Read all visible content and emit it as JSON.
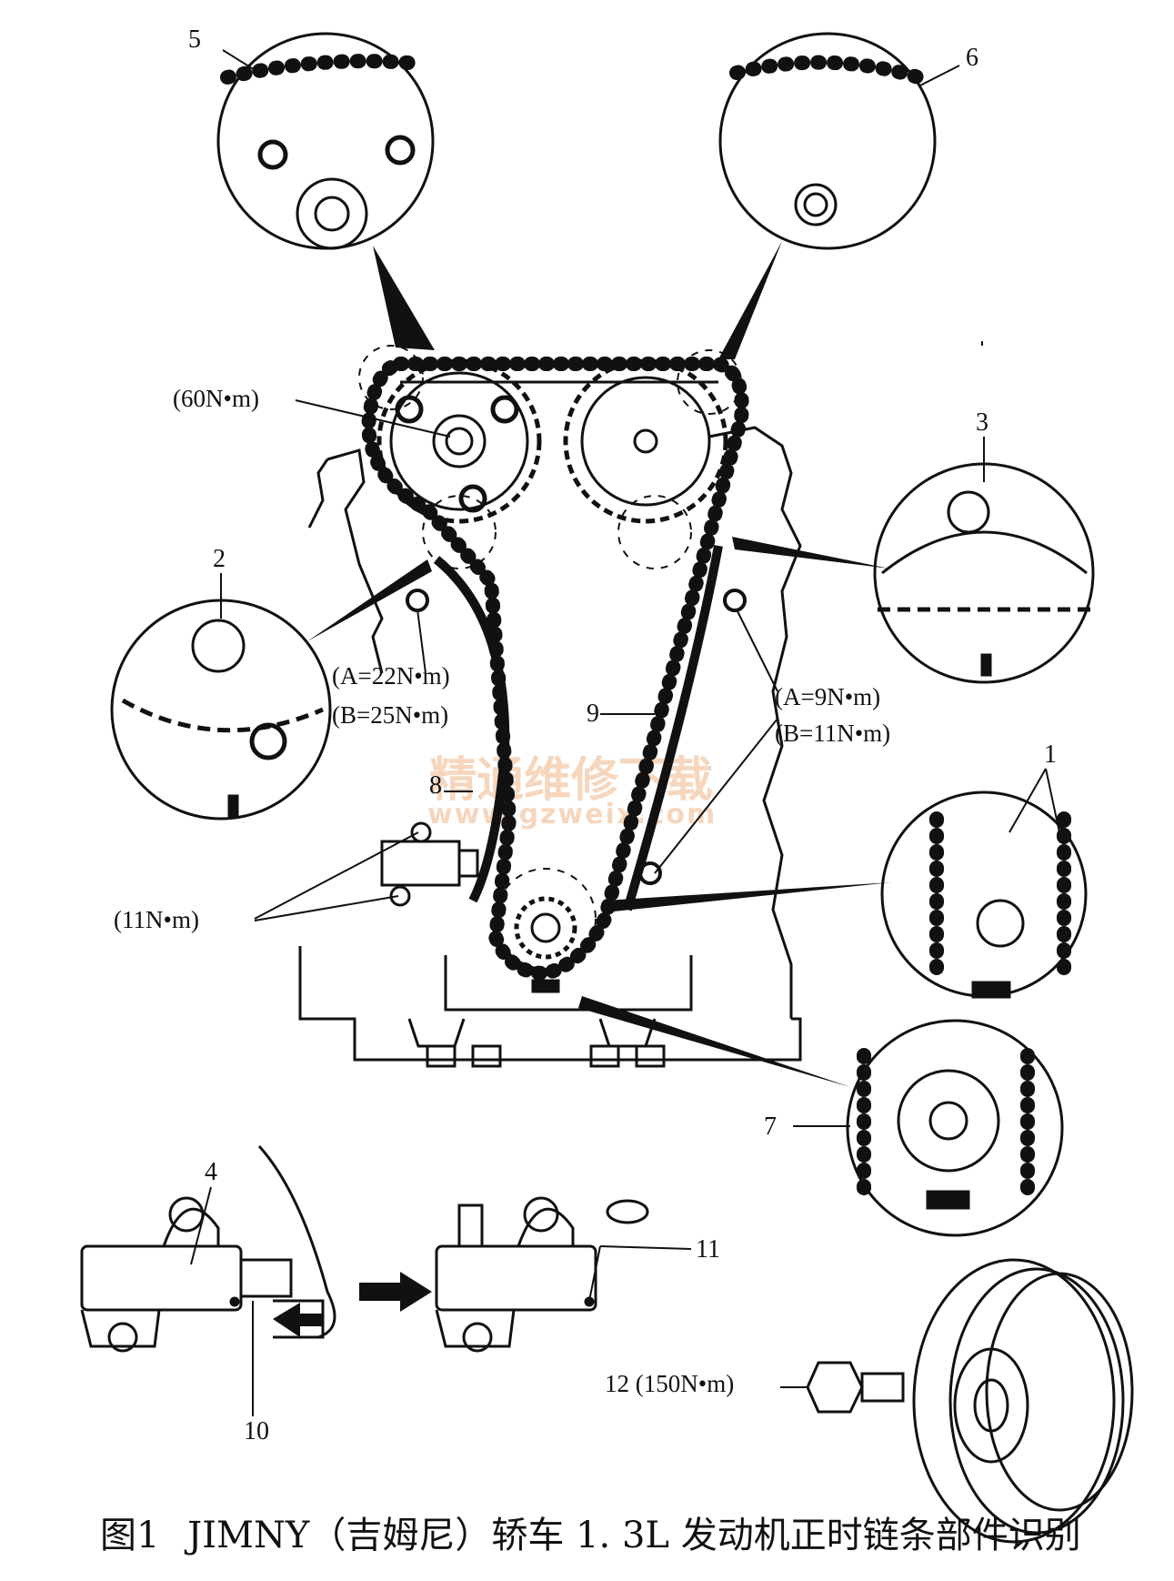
{
  "callouts": {
    "c1": "1",
    "c2": "2",
    "c3": "3",
    "c4": "4",
    "c5": "5",
    "c6": "6",
    "c7": "7",
    "c8": "8",
    "c9": "9",
    "c10": "10",
    "c11": "11",
    "c12": "12 (150N•m)"
  },
  "torques": {
    "camshaft_bolt": "(60N•m)",
    "guide_a_left": "(A=22N•m)",
    "guide_b_left": "(B=25N•m)",
    "guide_a_right": "(A=9N•m)",
    "guide_b_right": "(B=11N•m)",
    "tensioner": "(11N•m)"
  },
  "watermark": {
    "line1": "精通维修下载",
    "line2": "www.gzweix.com"
  },
  "caption": {
    "figure_no": "图1",
    "title": "JIMNY（吉姆尼）轿车 1. 3L 发动机正时链条部件识别"
  }
}
